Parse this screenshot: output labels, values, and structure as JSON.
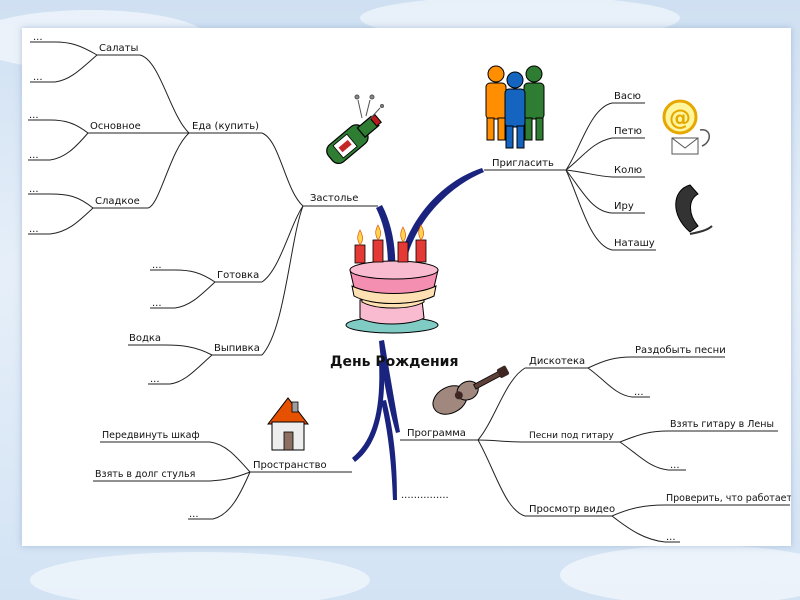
{
  "center": {
    "title": "День Рождения"
  },
  "branches": {
    "zastolye": {
      "label": "Застолье",
      "eda": {
        "label": "Еда (купить)",
        "salaty": {
          "label": "Салаты",
          "items": [
            "...",
            "..."
          ]
        },
        "osnovnoe": {
          "label": "Основное",
          "items": [
            "...",
            "..."
          ]
        },
        "sladkoe": {
          "label": "Сладкое",
          "items": [
            "...",
            "..."
          ]
        }
      },
      "gotovka": {
        "label": "Готовка",
        "items": [
          "...",
          "..."
        ]
      },
      "vypivka": {
        "label": "Выпивка",
        "items": [
          "Водка",
          "..."
        ]
      }
    },
    "priglasit": {
      "label": "Пригласить",
      "items": [
        "Васю",
        "Петю",
        "Колю",
        "Иру",
        "Наташу"
      ]
    },
    "prostranstvo": {
      "label": "Пространство",
      "items": [
        "Передвинуть шкаф",
        "Взять в долг стулья",
        "..."
      ]
    },
    "programma": {
      "label": "Программа",
      "diskoteka": {
        "label": "Дискотека",
        "items": [
          "Раздобыть песни",
          "..."
        ]
      },
      "pesni": {
        "label": "Песни под гитару",
        "items": [
          "Взять гитару в Лены",
          "..."
        ]
      },
      "video": {
        "label": "Просмотр видео",
        "items": [
          "Проверить, что работает",
          "..."
        ]
      }
    },
    "other": {
      "label": "..............."
    }
  },
  "icons": [
    "champagne-icon",
    "people-icon",
    "email-icon",
    "phone-icon",
    "cake-icon",
    "guitar-icon",
    "house-icon"
  ],
  "colors": {
    "main_branch": "#1a237e",
    "line": "#222222",
    "background": "#dbe7f5"
  }
}
